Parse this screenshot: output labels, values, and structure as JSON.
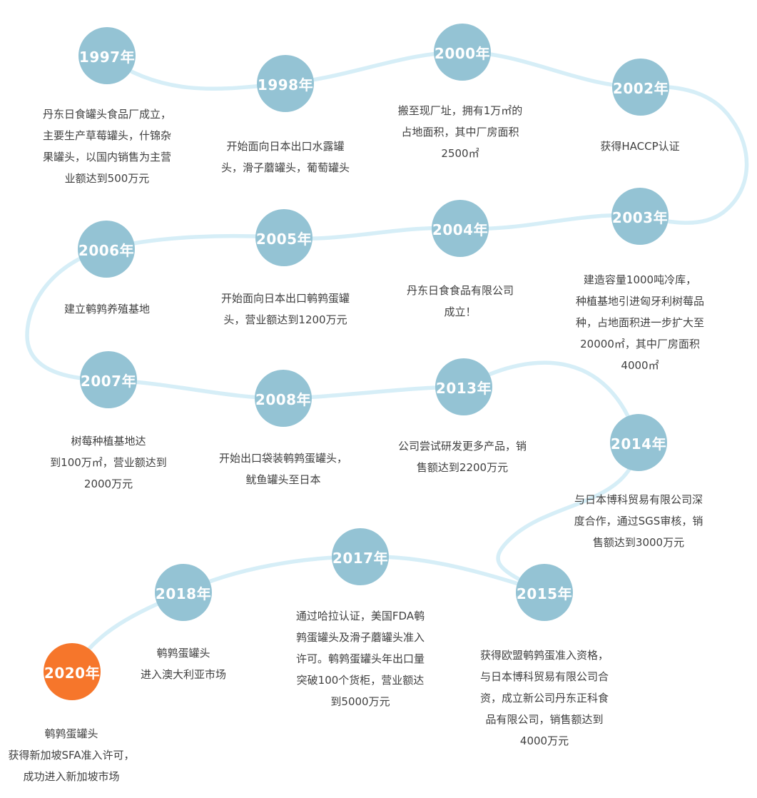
{
  "colors": {
    "node_blue": "#94c3d4",
    "node_highlight_orange": "#f6762b",
    "connector_line": "#d6eef7",
    "body_text": "#404040",
    "year_text": "#ffffff"
  },
  "milestones": [
    {
      "year": "1997年",
      "description": "丹东日食罐头食品厂成立，\n主要生产草莓罐头，什锦杂\n果罐头，以国内销售为主营\n业额达到500万元",
      "highlight": false
    },
    {
      "year": "1998年",
      "description": "开始面向日本出口水露罐\n头，滑子蘑罐头，葡萄罐头",
      "highlight": false
    },
    {
      "year": "2000年",
      "description": "搬至现厂址，拥有1万㎡的\n占地面积，其中厂房面积\n2500㎡",
      "highlight": false
    },
    {
      "year": "2002年",
      "description": "获得HACCP认证",
      "highlight": false
    },
    {
      "year": "2003年",
      "description": "建造容量1000吨冷库，\n种植基地引进匈牙利树莓品\n种，占地面积进一步扩大至\n20000㎡，其中厂房面积\n4000㎡",
      "highlight": false
    },
    {
      "year": "2004年",
      "description": "丹东日食食品有限公司\n成立！",
      "highlight": false
    },
    {
      "year": "2005年",
      "description": "开始面向日本出口鹌鹑蛋罐\n头，营业额达到1200万元",
      "highlight": false
    },
    {
      "year": "2006年",
      "description": "建立鹌鹑养殖基地",
      "highlight": false
    },
    {
      "year": "2007年",
      "description": "树莓种植基地达\n到100万㎡，营业额达到\n2000万元",
      "highlight": false
    },
    {
      "year": "2008年",
      "description": "开始出口袋装鹌鹑蛋罐头，\n鱿鱼罐头至日本",
      "highlight": false
    },
    {
      "year": "2013年",
      "description": "公司尝试研发更多产品，销\n售额达到2200万元",
      "highlight": false
    },
    {
      "year": "2014年",
      "description": "与日本博科贸易有限公司深\n度合作，通过SGS审核，销\n售额达到3000万元",
      "highlight": false
    },
    {
      "year": "2015年",
      "description": "获得欧盟鹌鹑蛋准入资格，\n与日本博科贸易有限公司合\n资，成立新公司丹东正科食\n品有限公司，销售额达到\n4000万元",
      "highlight": false
    },
    {
      "year": "2017年",
      "description": "通过哈拉认证，美国FDA鹌\n鹑蛋罐头及滑子蘑罐头准入\n许可。鹌鹑蛋罐头年出口量\n突破100个货柜，营业额达\n到5000万元",
      "highlight": false
    },
    {
      "year": "2018年",
      "description": "鹌鹑蛋罐头\n进入澳大利亚市场",
      "highlight": false
    },
    {
      "year": "2020年",
      "description": "鹌鹑蛋罐头\n获得新加坡SFA准入许可，\n成功进入新加坡市场",
      "highlight": true
    }
  ]
}
